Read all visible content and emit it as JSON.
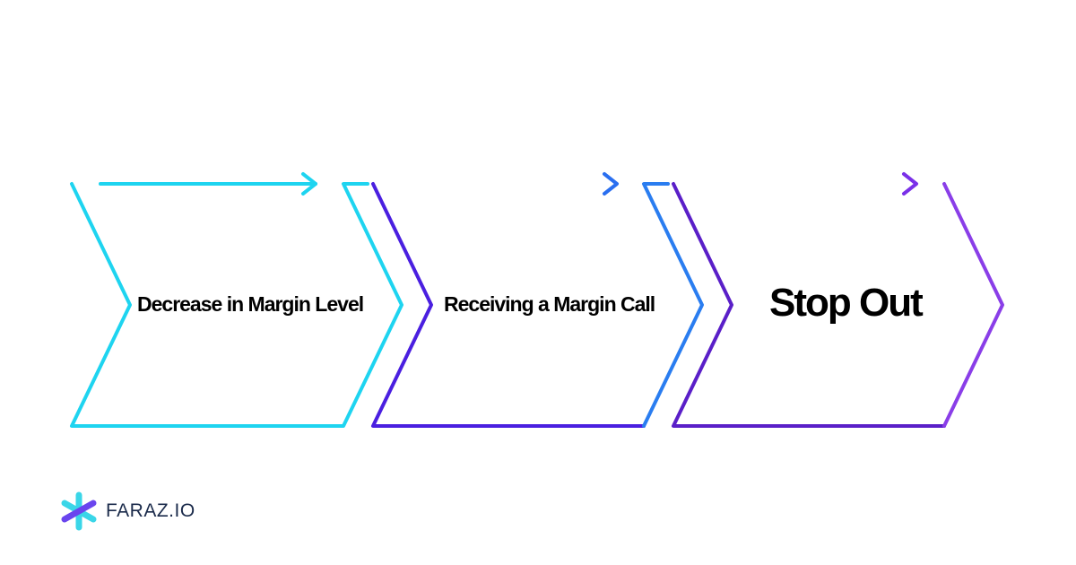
{
  "steps": [
    {
      "label": "Decrease in Margin Level",
      "color": "#1ed4f0"
    },
    {
      "label": "Receiving a Margin Call",
      "color": "#3b2be0"
    },
    {
      "label": "Stop Out",
      "color": "#7a2ee0"
    }
  ],
  "gradient": {
    "step1_start": "#1ed4f0",
    "step1_end": "#1ed4f0",
    "step2_start": "#4a1fe0",
    "step2_end": "#2a7df0",
    "step3_start": "#5a1fc8",
    "step3_end": "#8a3ee8"
  },
  "logo": {
    "text": "FARAZ.IO",
    "icon": "asterisk-logo-icon",
    "colors": [
      "#3ad6e8",
      "#6a45ee"
    ]
  }
}
